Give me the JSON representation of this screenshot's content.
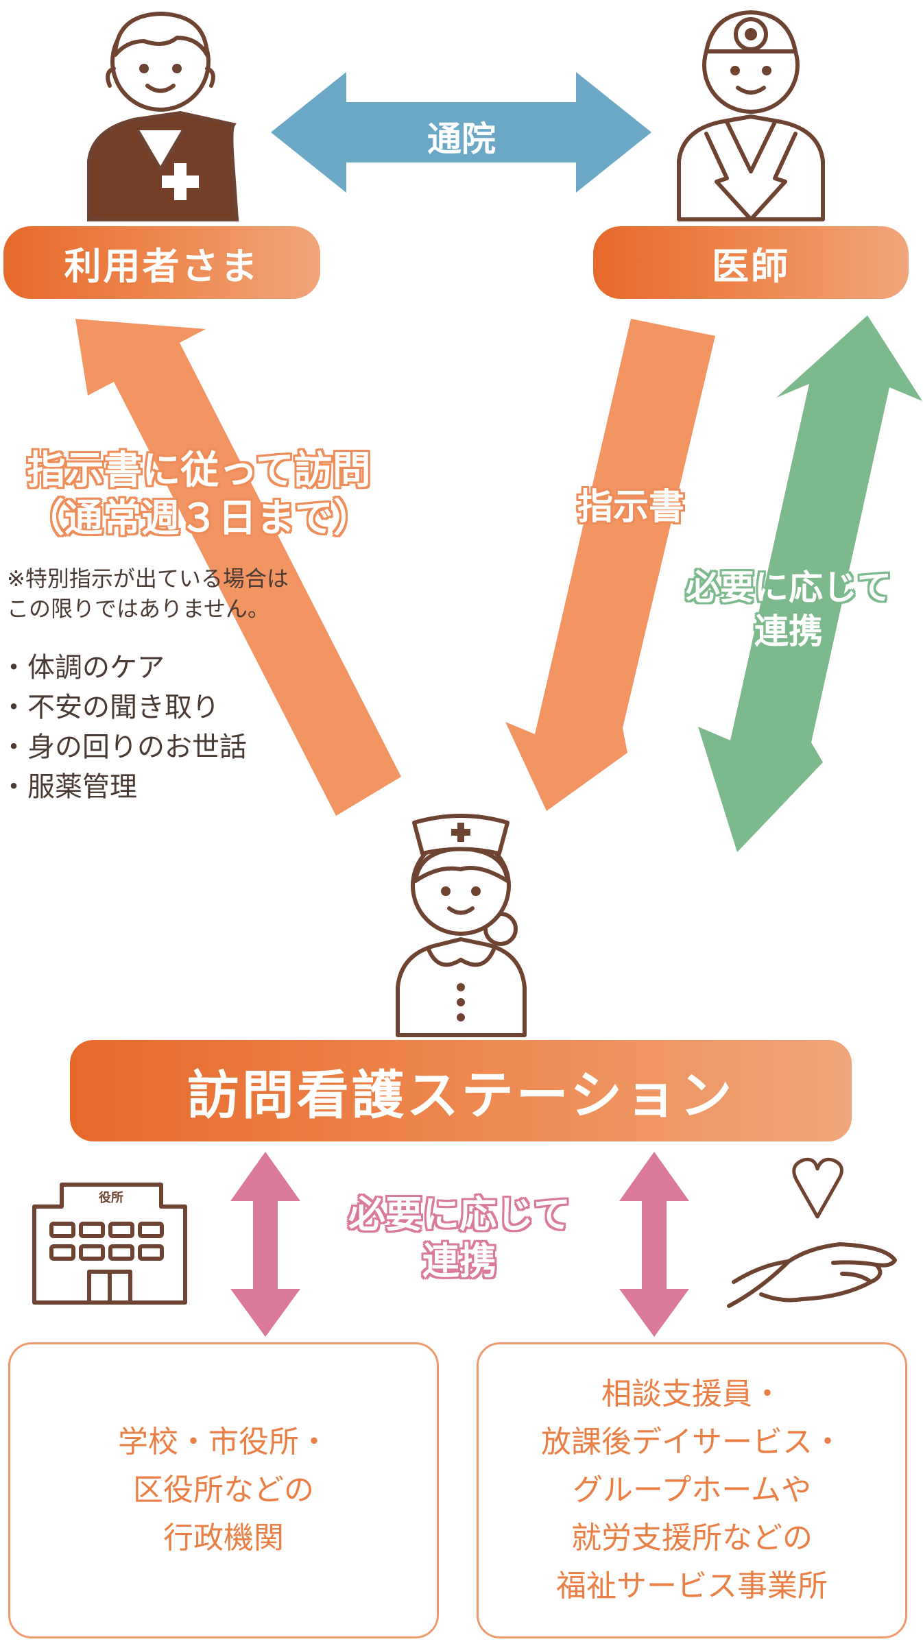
{
  "colors": {
    "orange_arrow": "#f39562",
    "blue_arrow": "#6aa8c6",
    "green_arrow": "#7cb98c",
    "pink_arrow": "#db7a98",
    "brown_line": "#6e4332",
    "pill_orange": "#e5692a"
  },
  "nodes": {
    "user": {
      "label": "利用者さま",
      "icon": "patient-icon"
    },
    "doctor": {
      "label": "医師",
      "icon": "doctor-icon"
    },
    "station": {
      "label": "訪問看護ステーション",
      "icon": "nurse-icon"
    }
  },
  "edges": {
    "user_doctor": {
      "label": "通院"
    },
    "doctor_station": {
      "label": "指示書"
    },
    "doctor_station_collab": {
      "line1": "必要に応じて",
      "line2": "連携"
    },
    "station_user": {
      "line1": "指示書に従って訪問",
      "line2": "（通常週３日まで）"
    },
    "station_orgs": {
      "line1": "必要に応じて",
      "line2": "連携"
    }
  },
  "note": {
    "line1": "※特別指示が出ている場合は",
    "line2": "この限りではありません。"
  },
  "care_items": [
    "体調のケア",
    "不安の聞き取り",
    "身の回りのお世話",
    "服薬管理"
  ],
  "government": {
    "icon_label": "役所",
    "lines": [
      "学校・市役所・",
      "区役所などの",
      "行政機関"
    ]
  },
  "welfare": {
    "lines": [
      "相談支援員・",
      "放課後デイサービス・",
      "グループホームや",
      "就労支援所などの",
      "福祉サービス事業所"
    ]
  }
}
